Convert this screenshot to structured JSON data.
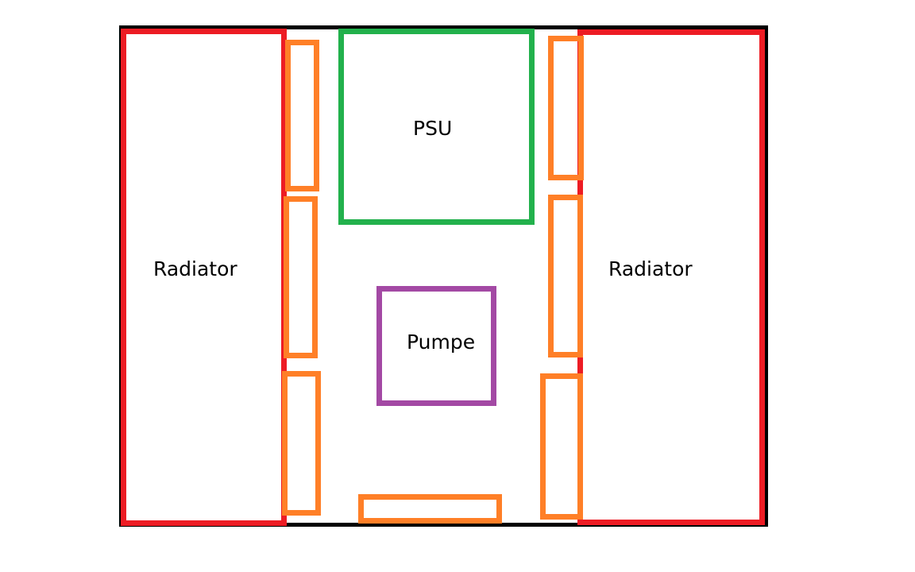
{
  "diagram": {
    "title": "",
    "colors": {
      "case": "#000000",
      "radiator": "#ed1c24",
      "psu": "#22b14c",
      "pump": "#a349a4",
      "fan": "#ff7f27",
      "text": "#000000",
      "background": "#ffffff"
    },
    "components": {
      "radiator_left": {
        "label": "Radiator",
        "type": "radiator"
      },
      "radiator_right": {
        "label": "Radiator",
        "type": "radiator"
      },
      "psu": {
        "label": "PSU",
        "type": "psu"
      },
      "pump": {
        "label": "Pumpe",
        "type": "pump"
      }
    },
    "fans": {
      "left_column": [
        "fan",
        "fan",
        "fan"
      ],
      "right_column": [
        "fan",
        "fan",
        "fan"
      ],
      "bottom": [
        "fan"
      ],
      "count": 7
    }
  }
}
